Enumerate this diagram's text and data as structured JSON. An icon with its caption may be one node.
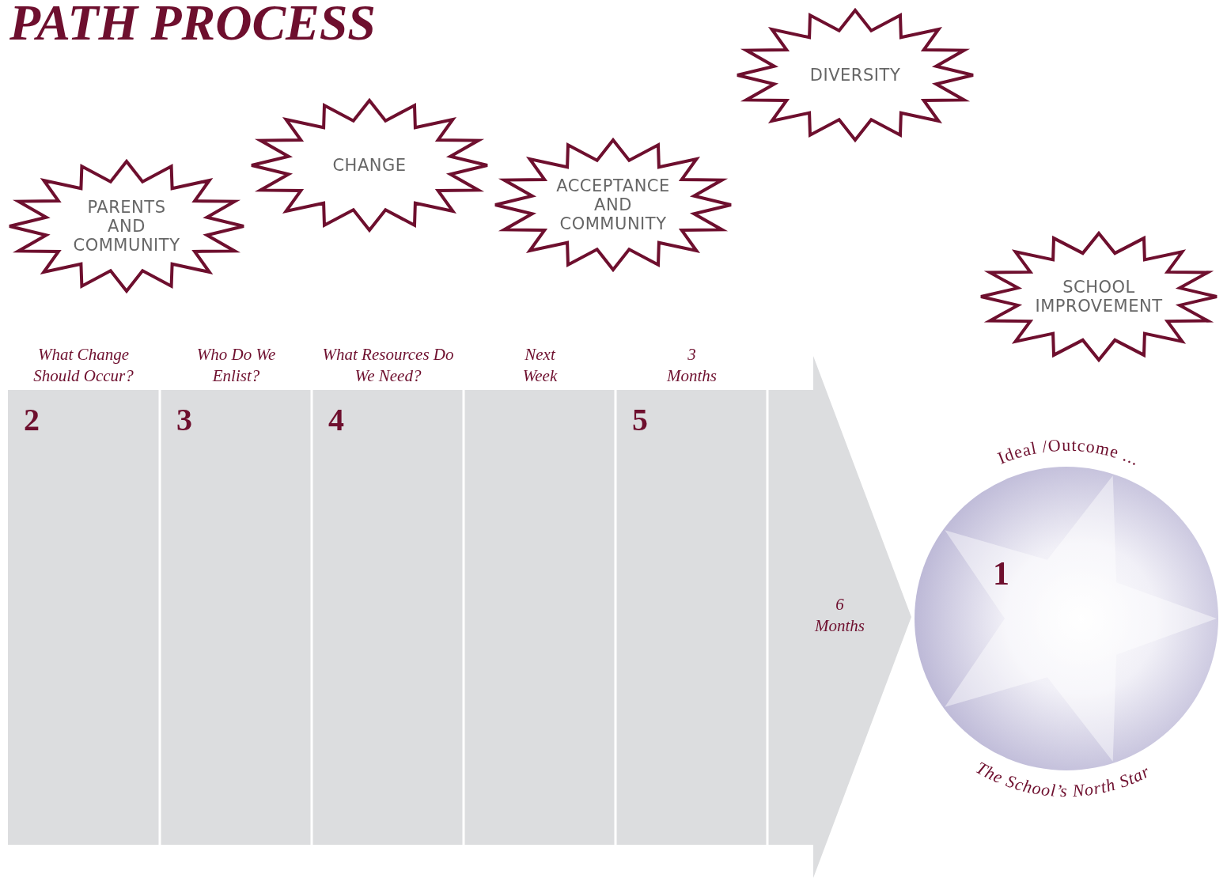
{
  "diagram": {
    "title": "PATH PROCESS",
    "nodes": [
      {
        "text": [
          "PARENTS AND COMMUNITY"
        ]
      },
      {
        "text": [
          "CHANGE"
        ]
      },
      {
        "text": [
          "ACCEPTANCE AND COMMUNITY"
        ]
      },
      {
        "text": [
          "DIVERSITY"
        ]
      },
      {
        "text": [
          "SCHOOL IMPROVEMENT"
        ]
      },
      {
        "text": [],
        "shape": "arrow"
      },
      {
        "text": [
          "What Change Should Occur?",
          "2"
        ],
        "in": 5
      },
      {
        "text": [
          "Who Do We Enlist?",
          "3"
        ],
        "in": 5
      },
      {
        "text": [
          "What Resources Do We Need?",
          "4"
        ],
        "in": 5
      },
      {
        "text": [
          "Next Week"
        ],
        "in": 5
      },
      {
        "text": [
          "3 Months",
          "5"
        ],
        "in": 5
      },
      {
        "text": [
          "6 Months"
        ],
        "in": 5
      },
      {
        "text": [
          "1"
        ],
        "beside": [
          "Ideal /Outcome ...",
          "The School’s North Star"
        ]
      }
    ]
  }
}
